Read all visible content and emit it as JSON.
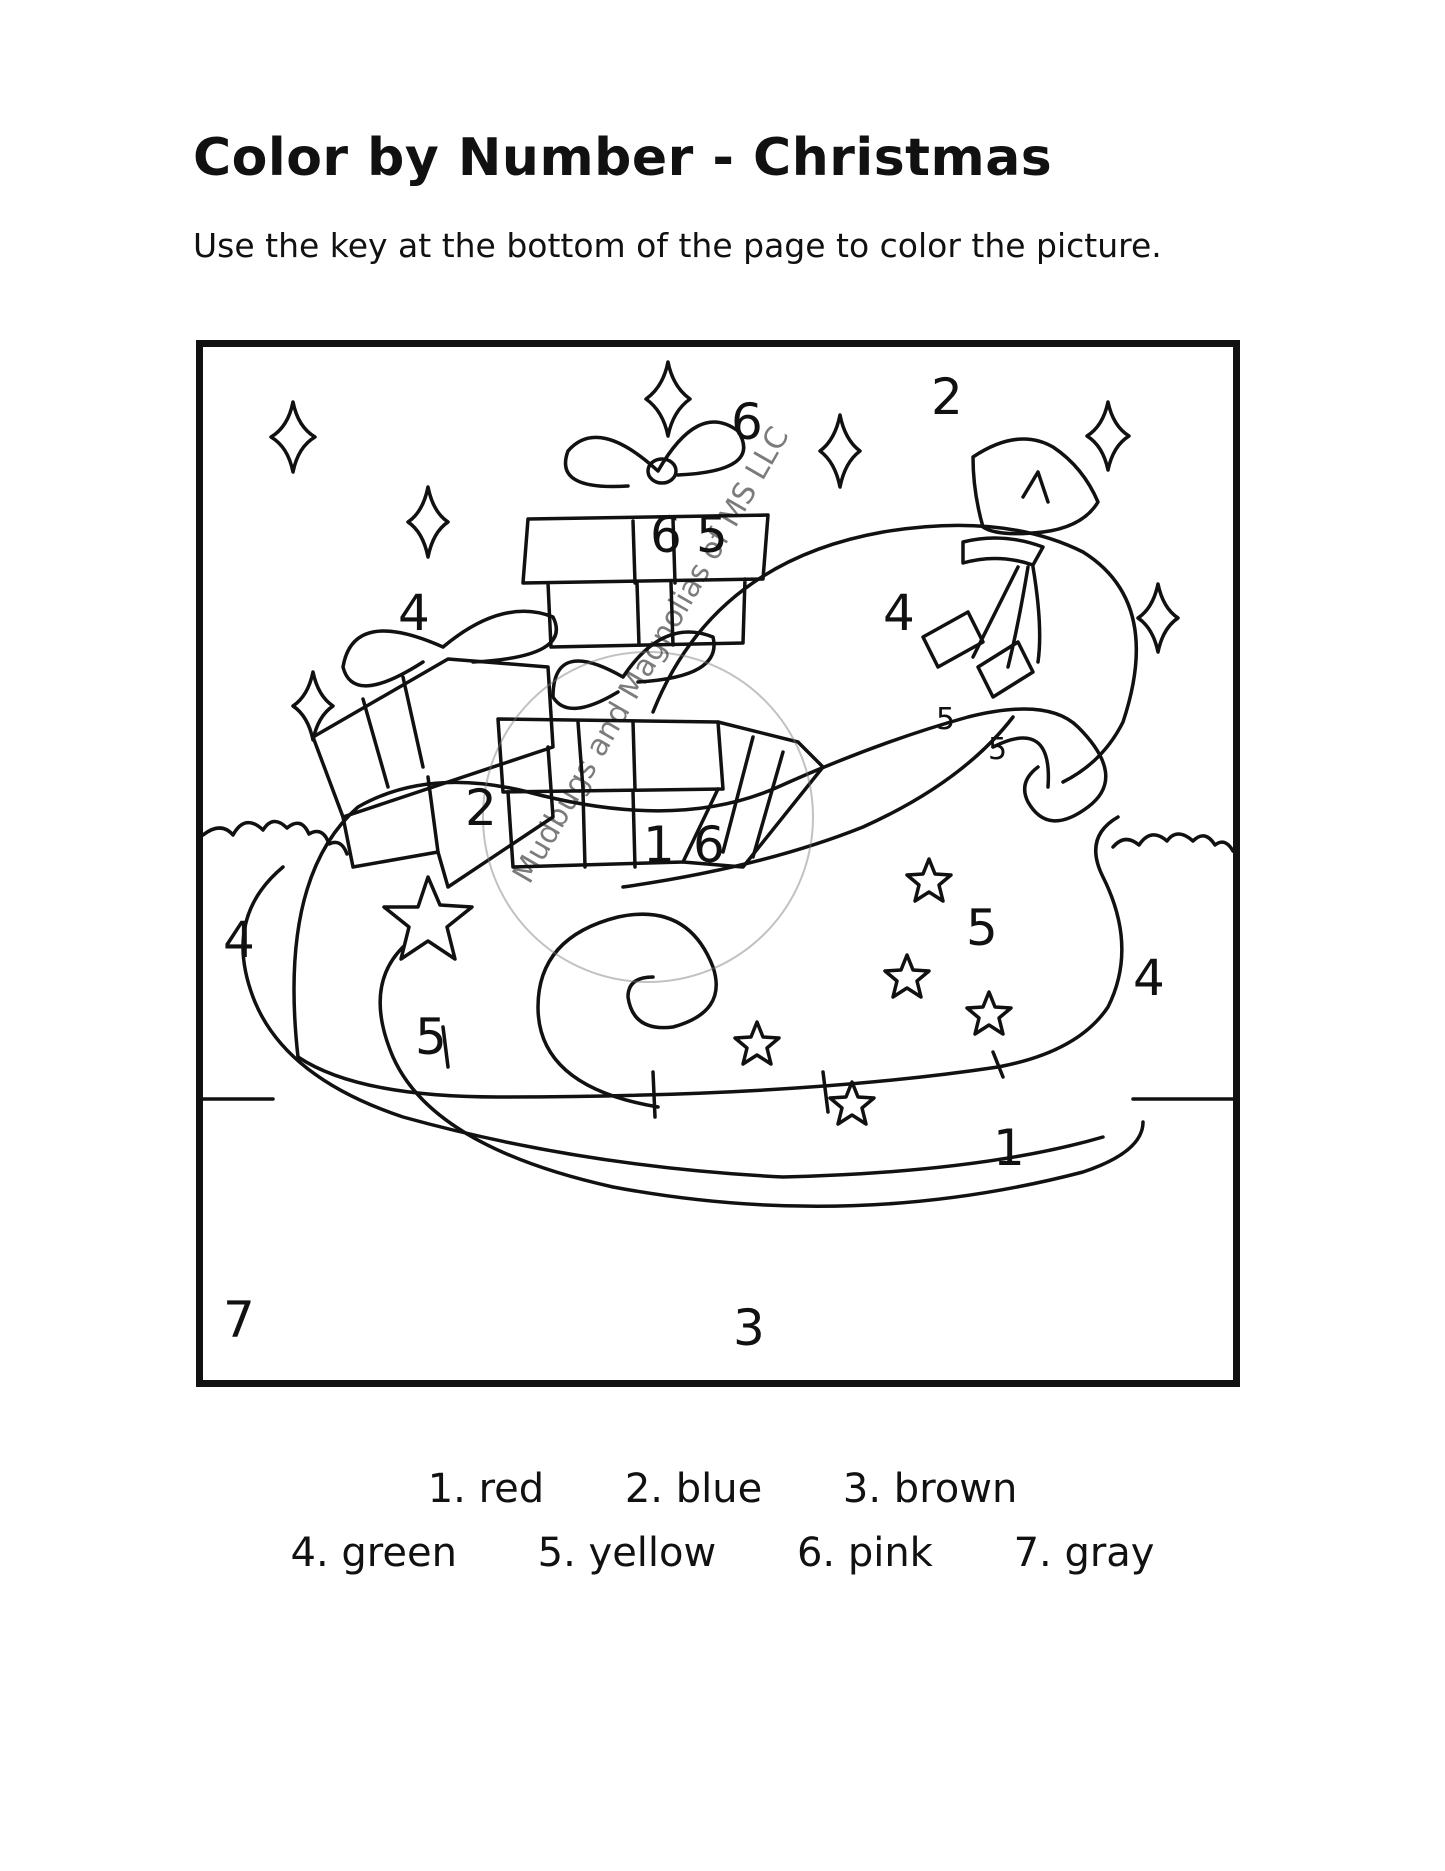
{
  "title": "Color by Number - Christmas",
  "subtitle": "Use the key at the bottom of the page to color the picture.",
  "picture": {
    "region_numbers": [
      "2",
      "6",
      "6",
      "5",
      "4",
      "4",
      "5",
      "5",
      "2",
      "1",
      "6",
      "4",
      "5",
      "4",
      "5",
      "1",
      "7",
      "3"
    ],
    "watermark": "Mudbugs and Magnolias of MS LLC"
  },
  "key": {
    "row1": [
      "1. red",
      "2. blue",
      "3. brown"
    ],
    "row2": [
      "4. green",
      "5. yellow",
      "6. pink",
      "7. gray"
    ]
  }
}
